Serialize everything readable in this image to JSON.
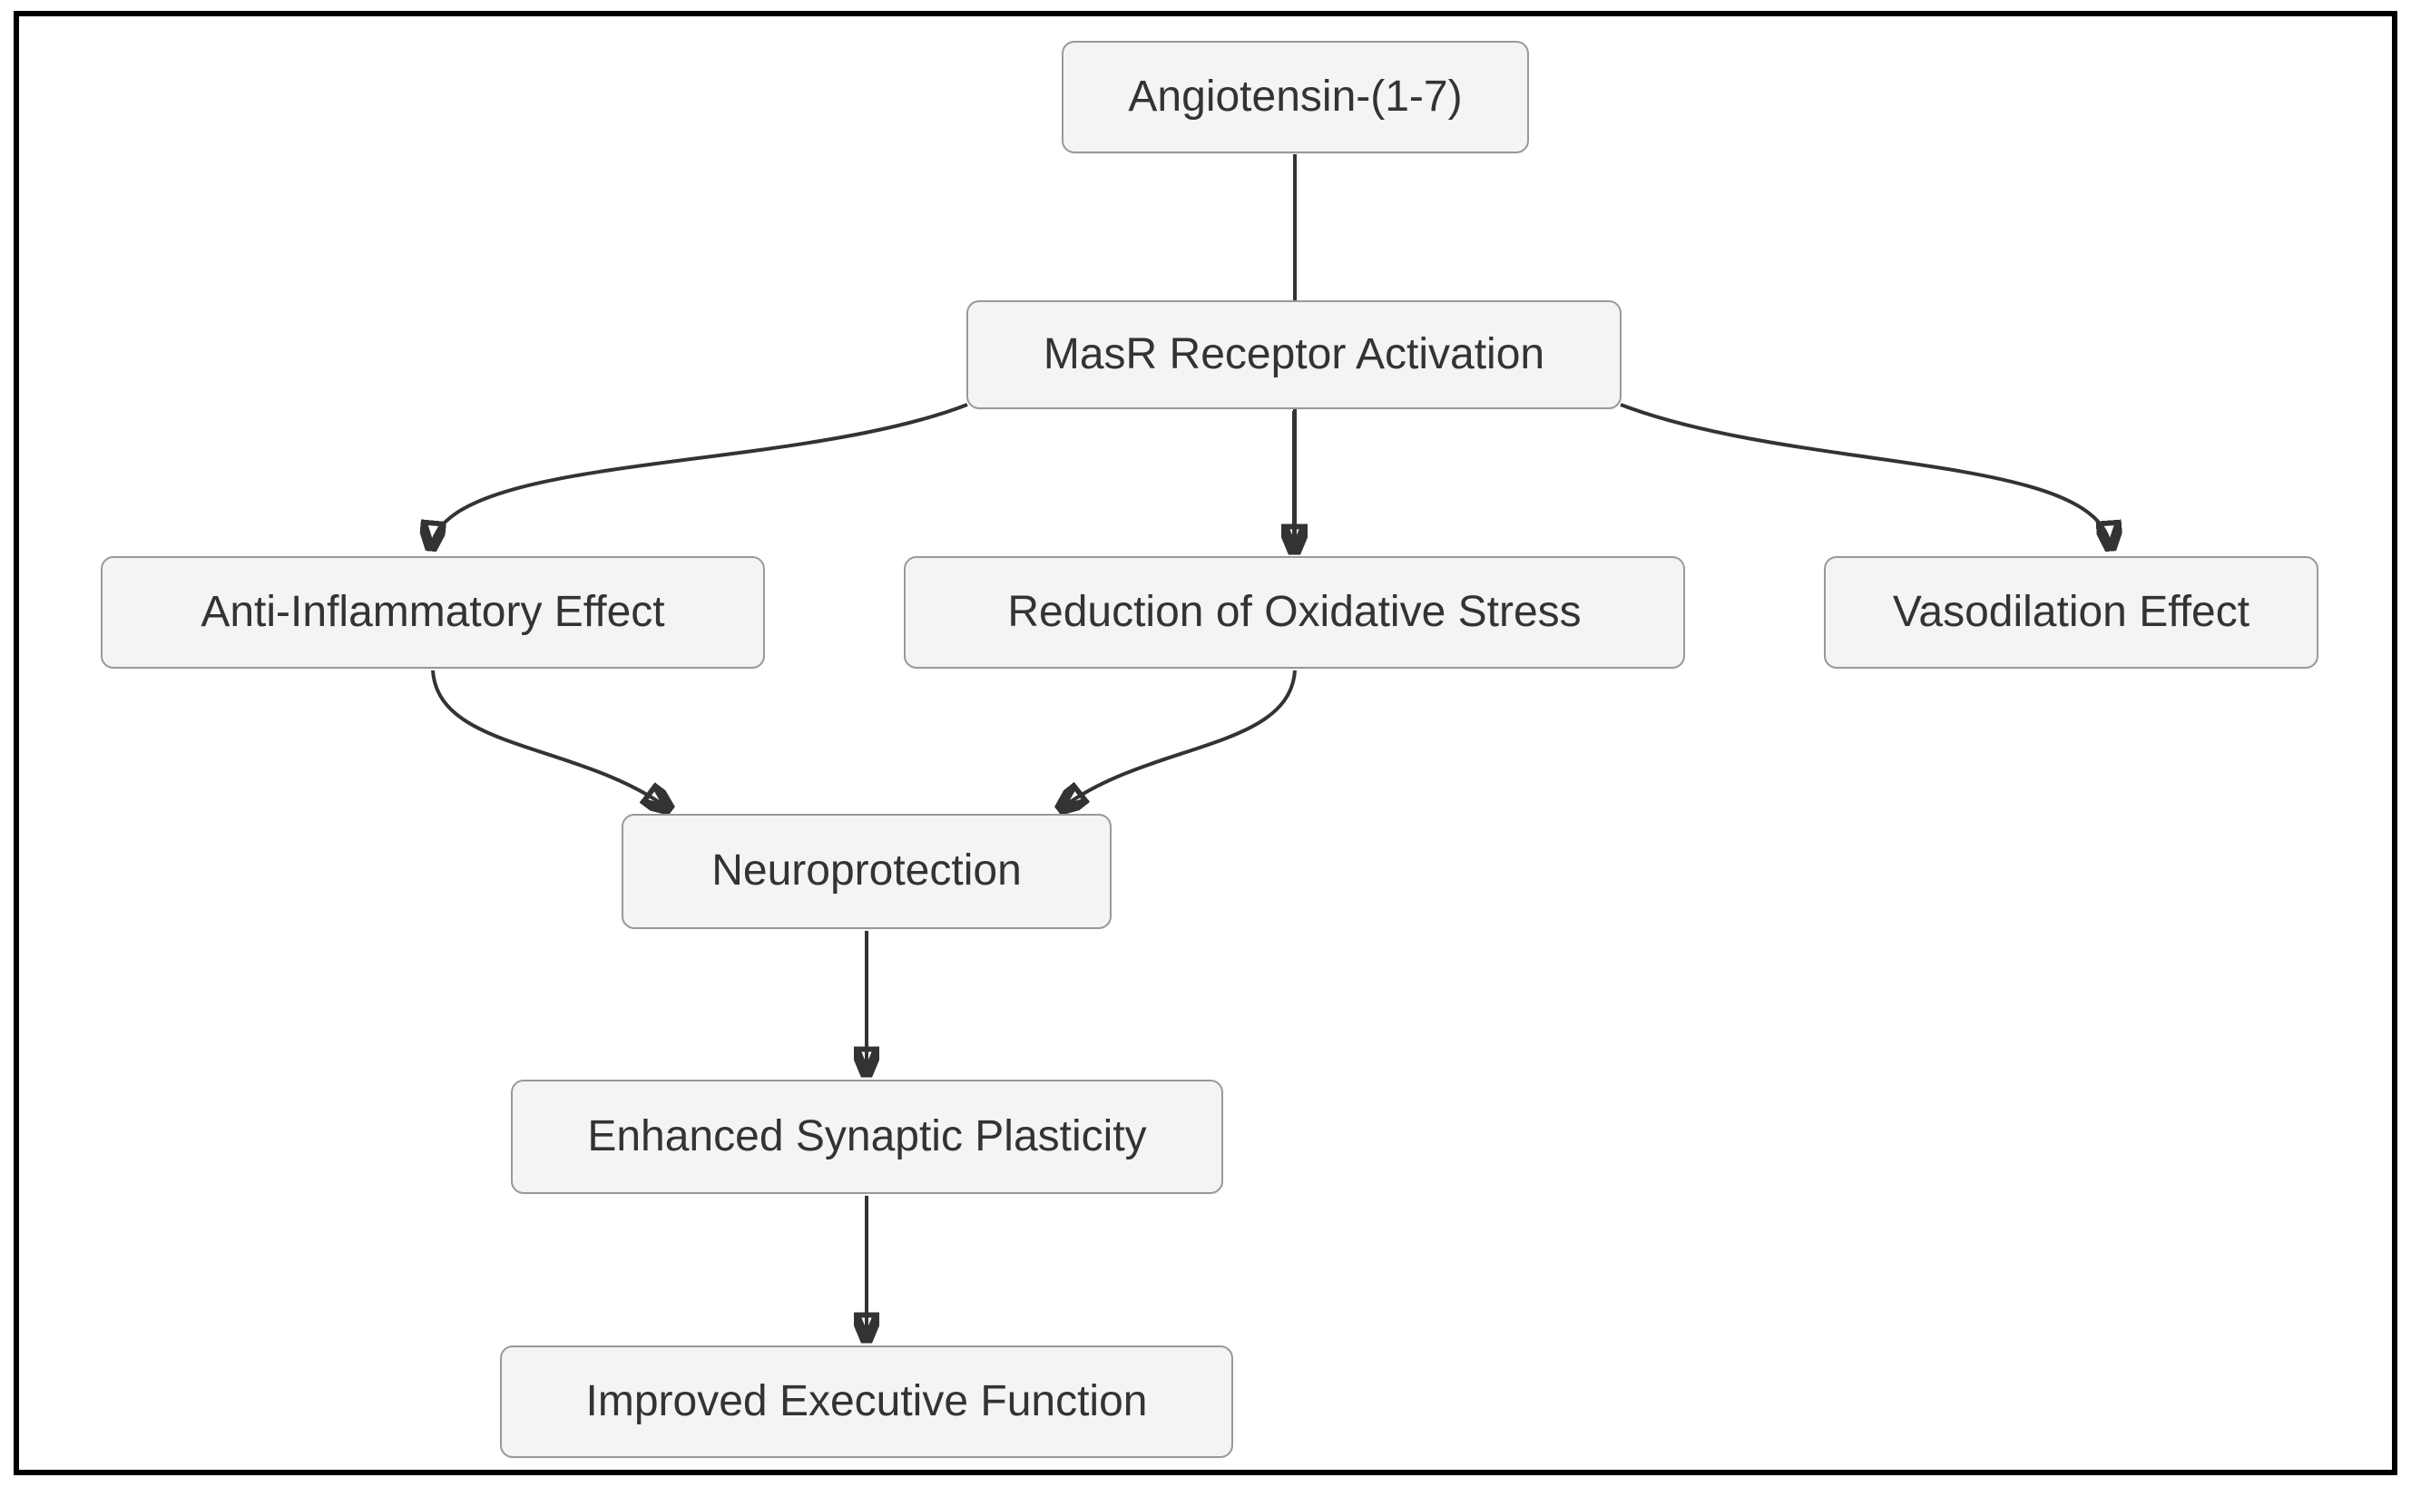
{
  "diagram": {
    "type": "flowchart",
    "direction": "top-down",
    "nodes": [
      {
        "id": "angiotensin",
        "label": "Angiotensin-(1-7)"
      },
      {
        "id": "masr",
        "label": "MasR Receptor Activation"
      },
      {
        "id": "anti",
        "label": "Anti-Inflammatory Effect"
      },
      {
        "id": "oxidative",
        "label": "Reduction of Oxidative Stress"
      },
      {
        "id": "vasodilation",
        "label": "Vasodilation Effect"
      },
      {
        "id": "neuro",
        "label": "Neuroprotection"
      },
      {
        "id": "synaptic",
        "label": "Enhanced Synaptic Plasticity"
      },
      {
        "id": "executive",
        "label": "Improved Executive Function"
      }
    ],
    "edges": [
      {
        "from": "angiotensin",
        "to": "masr"
      },
      {
        "from": "masr",
        "to": "anti"
      },
      {
        "from": "masr",
        "to": "oxidative"
      },
      {
        "from": "masr",
        "to": "vasodilation"
      },
      {
        "from": "anti",
        "to": "neuro"
      },
      {
        "from": "oxidative",
        "to": "neuro"
      },
      {
        "from": "neuro",
        "to": "synaptic"
      },
      {
        "from": "synaptic",
        "to": "executive"
      }
    ],
    "colors": {
      "node_fill": "#f4f4f4",
      "node_border": "#999999",
      "node_text": "#333333",
      "edge": "#333333",
      "frame": "#000000",
      "background": "#ffffff"
    }
  }
}
